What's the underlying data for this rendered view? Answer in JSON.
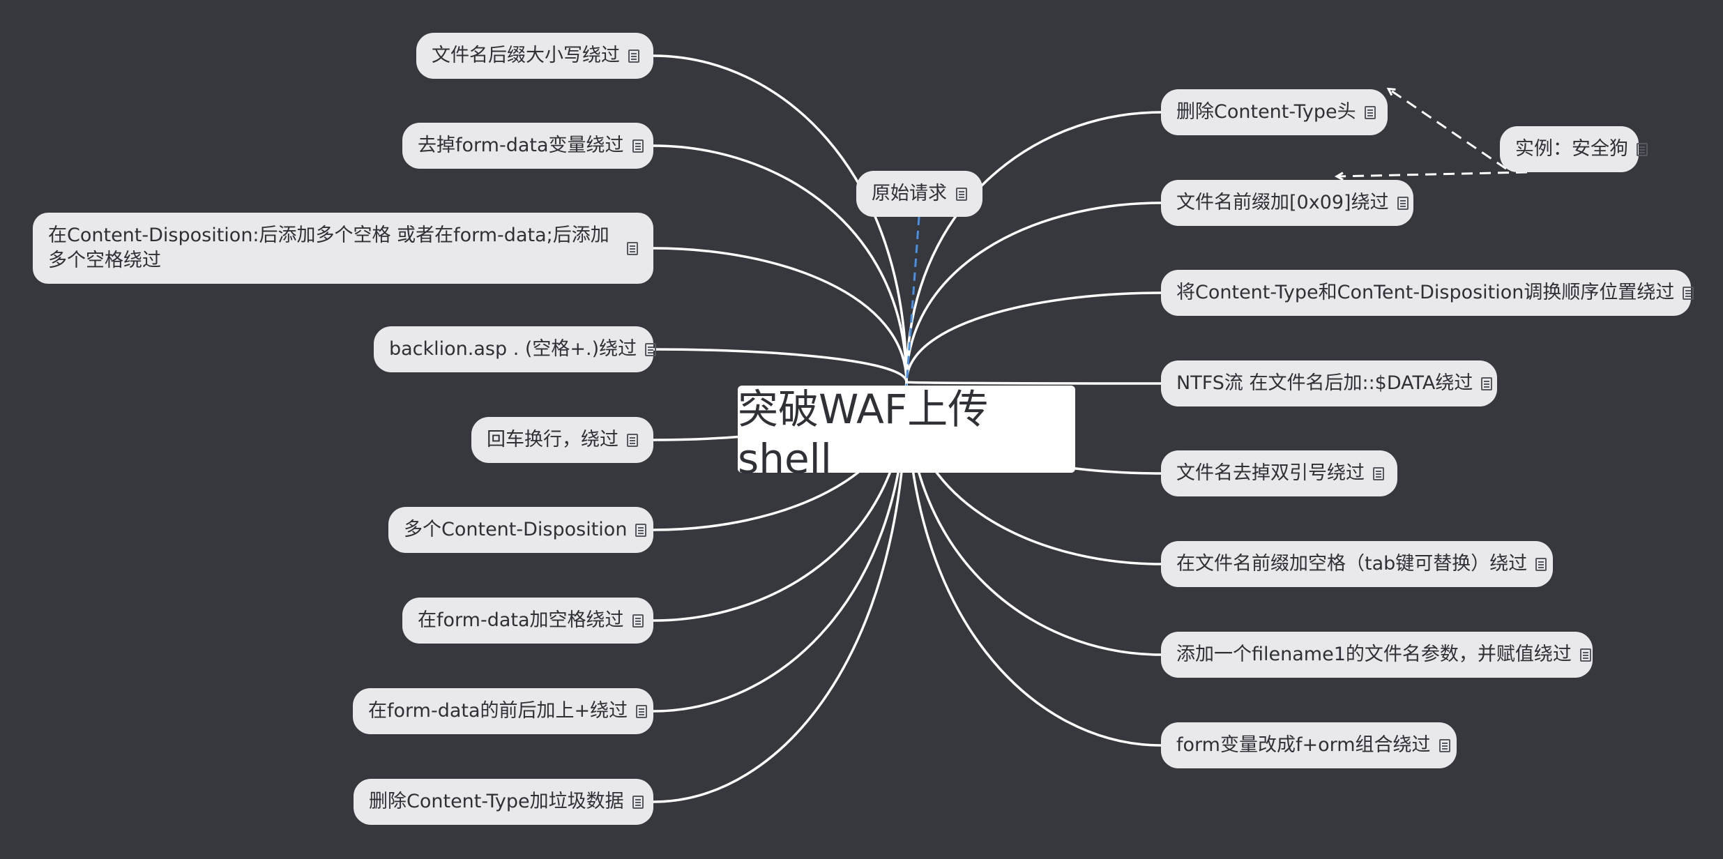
{
  "central_topic": "突破WAF上传shell",
  "detached_topics": [
    {
      "text": "原始请求"
    },
    {
      "text": "实例：安全狗"
    }
  ],
  "left_branches": [
    {
      "text": "文件名后缀大小写绕过"
    },
    {
      "text": "去掉form-data变量绕过"
    },
    {
      "text": "在Content-Disposition:后添加多个空格 或者在form-data;后添加多个空格绕过"
    },
    {
      "text": "backlion.asp . (空格+.)绕过"
    },
    {
      "text": "回车换行，绕过"
    },
    {
      "text": "多个Content-Disposition"
    },
    {
      "text": "在form-data加空格绕过"
    },
    {
      "text": "在form-data的前后加上+绕过"
    },
    {
      "text": "删除Content-Type加垃圾数据"
    }
  ],
  "right_branches": [
    {
      "text": "删除Content-Type头"
    },
    {
      "text": "文件名前缀加[0x09]绕过"
    },
    {
      "text": "将Content-Type和ConTent-Disposition调换顺序位置绕过"
    },
    {
      "text": "NTFS流 在文件名后加::$DATA绕过"
    },
    {
      "text": "文件名去掉双引号绕过"
    },
    {
      "text": "在文件名前缀加空格（tab键可替换）绕过"
    },
    {
      "text": "添加一个filename1的文件名参数，并赋值绕过"
    },
    {
      "text": "form变量改成f+orm组合绕过"
    }
  ],
  "colors": {
    "background": "#36383d",
    "branch_line": "#ffffff",
    "relationship_dashed": "#ffffff",
    "detached_link": "#4a90e2",
    "node_fill": "#e9e9ec",
    "central_fill": "#ffffff"
  },
  "icons": {
    "note": "note-icon"
  }
}
